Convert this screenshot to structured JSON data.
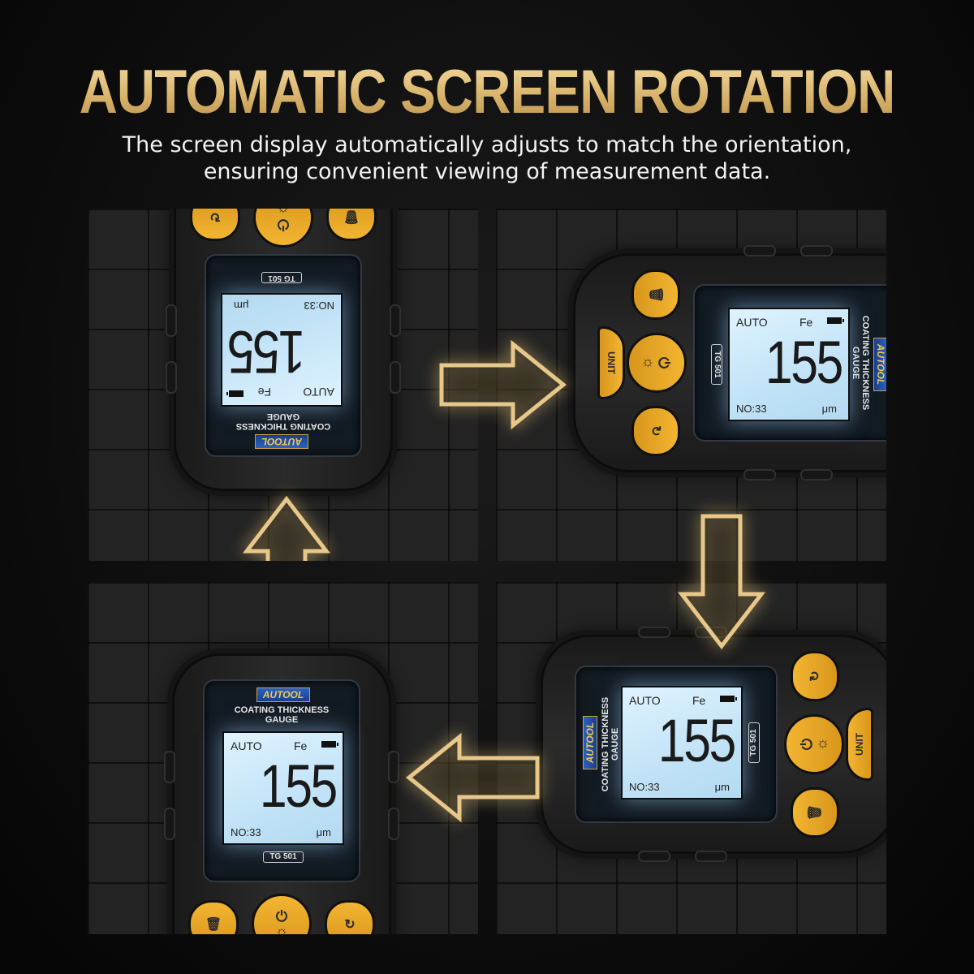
{
  "header": {
    "title": "AUTOMATIC SCREEN ROTATION",
    "subtitle_line1": "The screen display automatically adjusts to match the orientation,",
    "subtitle_line2": "ensuring convenient viewing of measurement data."
  },
  "device": {
    "brand_logo": "AUTOOL",
    "product_line1": "COATING THICKNESS",
    "product_line2": "GAUGE",
    "model": "TG 501",
    "display": {
      "mode": "AUTO",
      "material": "Fe",
      "reading": "155",
      "count": "NO:33",
      "unit": "μm",
      "battery": "full"
    },
    "buttons": {
      "unit": "UNIT",
      "zero": "zero-icon",
      "power_light": "power-light-icon",
      "delete": "trash-icon"
    }
  },
  "orientations": [
    {
      "panel": "top-left",
      "rotation_deg": 180
    },
    {
      "panel": "top-right",
      "rotation_deg": 90
    },
    {
      "panel": "bottom-right",
      "rotation_deg": -90
    },
    {
      "panel": "bottom-left",
      "rotation_deg": 0
    }
  ],
  "colors": {
    "accent_gold": "#e2bf79",
    "button_yellow": "#f0b02a",
    "lcd_blue": "#cde9fa"
  }
}
